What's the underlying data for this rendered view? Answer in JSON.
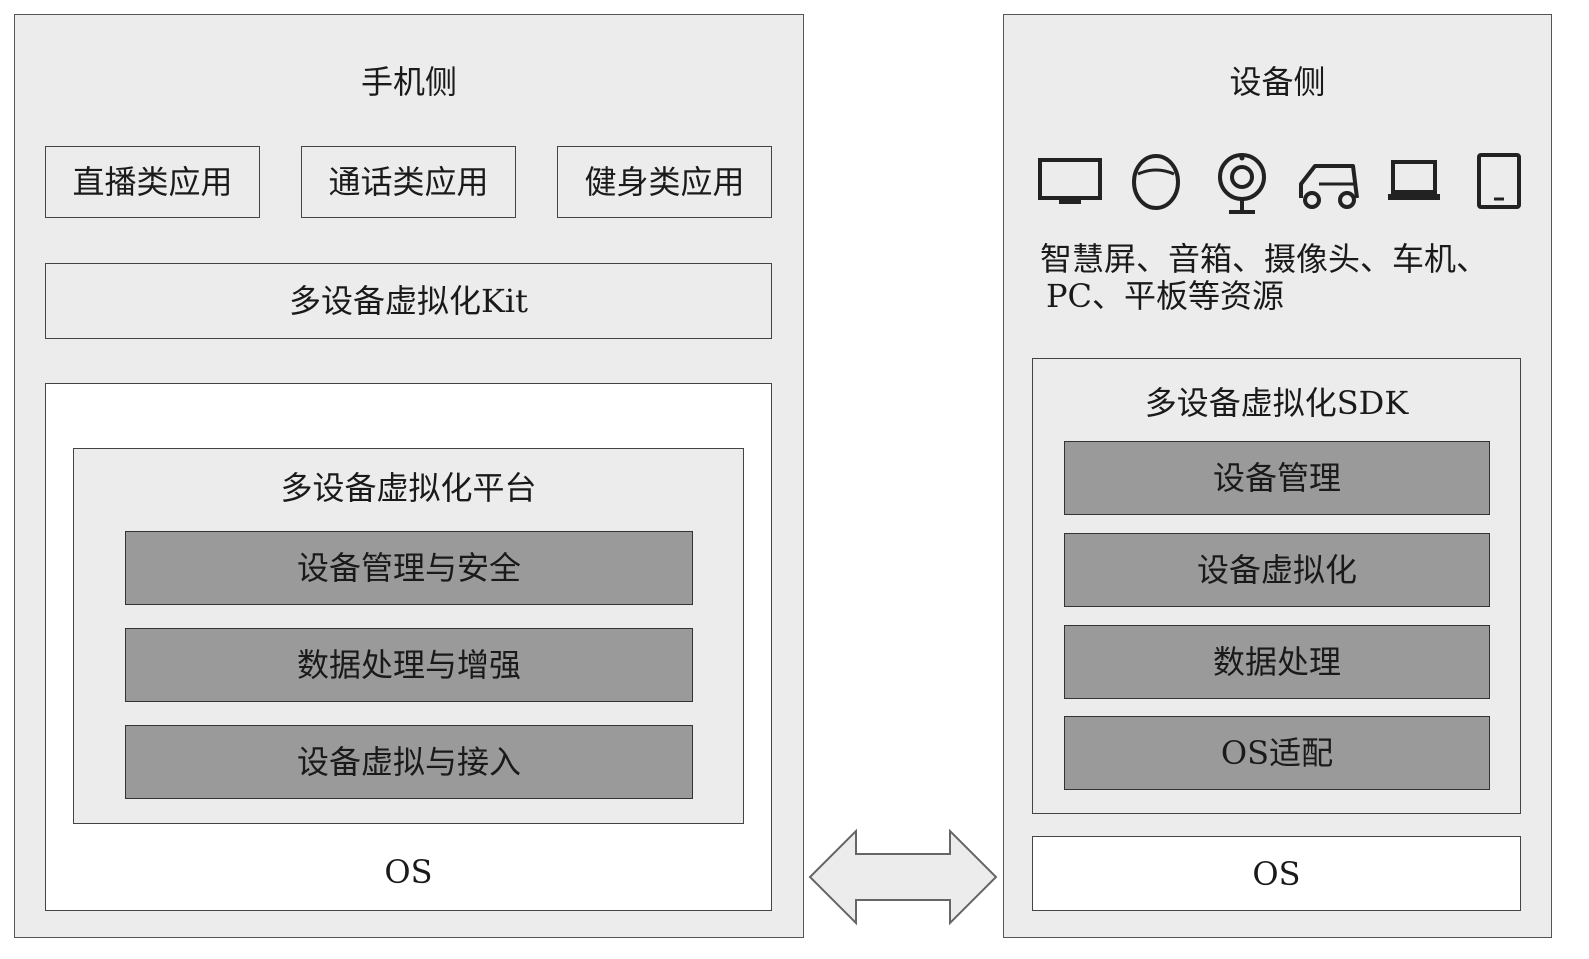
{
  "phone_side": {
    "title": "手机侧",
    "apps": [
      "直播类应用",
      "通话类应用",
      "健身类应用"
    ],
    "kit": "多设备虚拟化Kit",
    "platform": {
      "title": "多设备虚拟化平台",
      "modules": [
        "设备管理与安全",
        "数据处理与增强",
        "设备虚拟与接入"
      ]
    },
    "os": "OS"
  },
  "device_side": {
    "title": "设备侧",
    "icons": [
      "tv-icon",
      "speaker-icon",
      "camera-icon",
      "car-icon",
      "laptop-icon",
      "tablet-icon"
    ],
    "resources_line1": "智慧屏、音箱、摄像头、车机、",
    "resources_line2": "PC、平板等资源",
    "sdk": {
      "title": "多设备虚拟化SDK",
      "modules": [
        "设备管理",
        "设备虚拟化",
        "数据处理",
        "OS适配"
      ]
    },
    "os": "OS"
  },
  "connector": "double-arrow-icon"
}
